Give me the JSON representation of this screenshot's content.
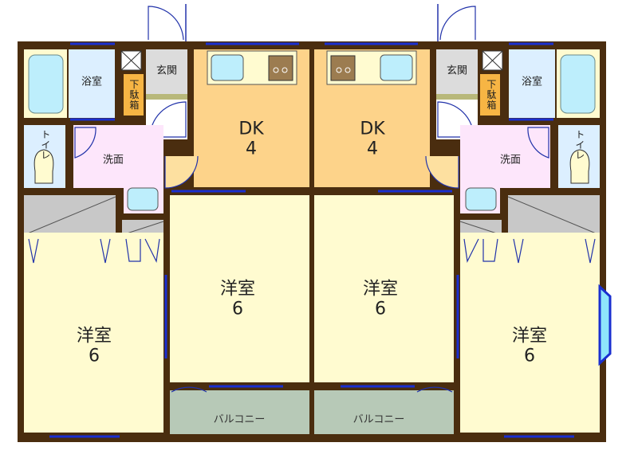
{
  "title": "Floor plan (two mirrored units)",
  "colors": {
    "wall": "#4a2d0f",
    "bedroom": "#fffbd0",
    "dk": "#fdd38a",
    "bath": "#dcefff",
    "washroom": "#fde6fb",
    "entrance": "#dcdcdc",
    "closet": "#c8c8c8",
    "balcony": "#b7c9b7",
    "shoe_box": "#f7b544",
    "window": "#1a2fd0",
    "glass": "#9fe9fb"
  },
  "units": [
    {
      "bath": "浴室",
      "entrance": "玄関",
      "shoe_box": "下駄箱",
      "toilet": "トイレ",
      "washroom": "洗面",
      "dk": {
        "name": "DK",
        "size": "4"
      },
      "bedroom_a": {
        "name": "洋室",
        "size": "6"
      },
      "bedroom_b": {
        "name": "洋室",
        "size": "6"
      },
      "balcony": "バルコニー"
    },
    {
      "bath": "浴室",
      "entrance": "玄関",
      "shoe_box": "下駄箱",
      "toilet": "トイレ",
      "washroom": "洗面",
      "dk": {
        "name": "DK",
        "size": "4"
      },
      "bedroom_a": {
        "name": "洋室",
        "size": "6"
      },
      "bedroom_b": {
        "name": "洋室",
        "size": "6"
      },
      "balcony": "バルコニー"
    }
  ]
}
